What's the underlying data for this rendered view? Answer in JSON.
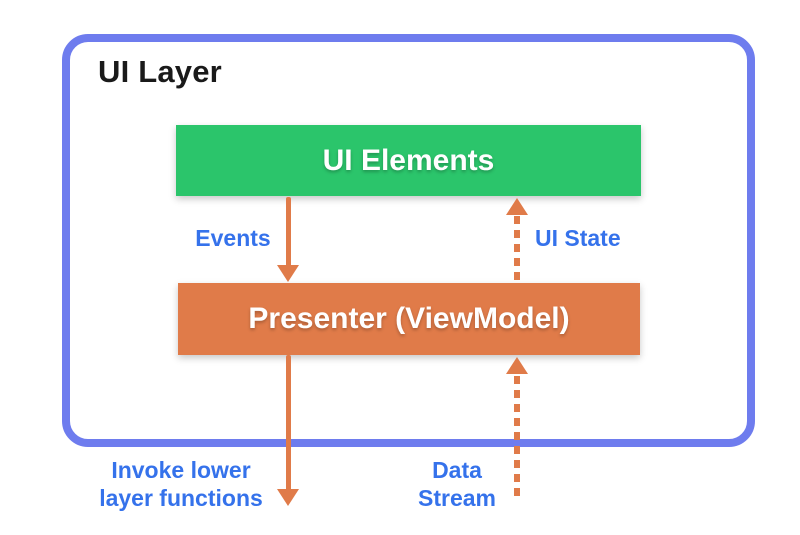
{
  "title": "UI Layer",
  "boxes": {
    "ui_elements": {
      "label": "UI Elements",
      "color": "#2BC56B"
    },
    "presenter": {
      "label": "Presenter (ViewModel)",
      "color": "#E07B49"
    }
  },
  "labels": {
    "events": "Events",
    "ui_state": "UI State",
    "invoke_lower": "Invoke lower layer functions",
    "data_stream": "Data Stream"
  },
  "arrows": [
    {
      "name": "events-arrow",
      "style": "solid",
      "direction": "down",
      "from": "UI Elements",
      "to": "Presenter (ViewModel)"
    },
    {
      "name": "ui-state-arrow",
      "style": "dashed",
      "direction": "up",
      "from": "Presenter (ViewModel)",
      "to": "UI Elements"
    },
    {
      "name": "invoke-lower-layer-arrow",
      "style": "solid",
      "direction": "down",
      "from": "Presenter (ViewModel)",
      "to": "outside UI Layer"
    },
    {
      "name": "data-stream-arrow",
      "style": "dashed",
      "direction": "up",
      "from": "outside UI Layer",
      "to": "Presenter (ViewModel)"
    }
  ],
  "colors": {
    "container_border": "#6E7CEE",
    "ui_elements_green": "#2BC56B",
    "presenter_orange": "#E07B49",
    "arrow_orange": "#E07B49",
    "label_blue": "#3572EB",
    "title_text": "#1A1A1A",
    "background": "#FFFFFF"
  }
}
